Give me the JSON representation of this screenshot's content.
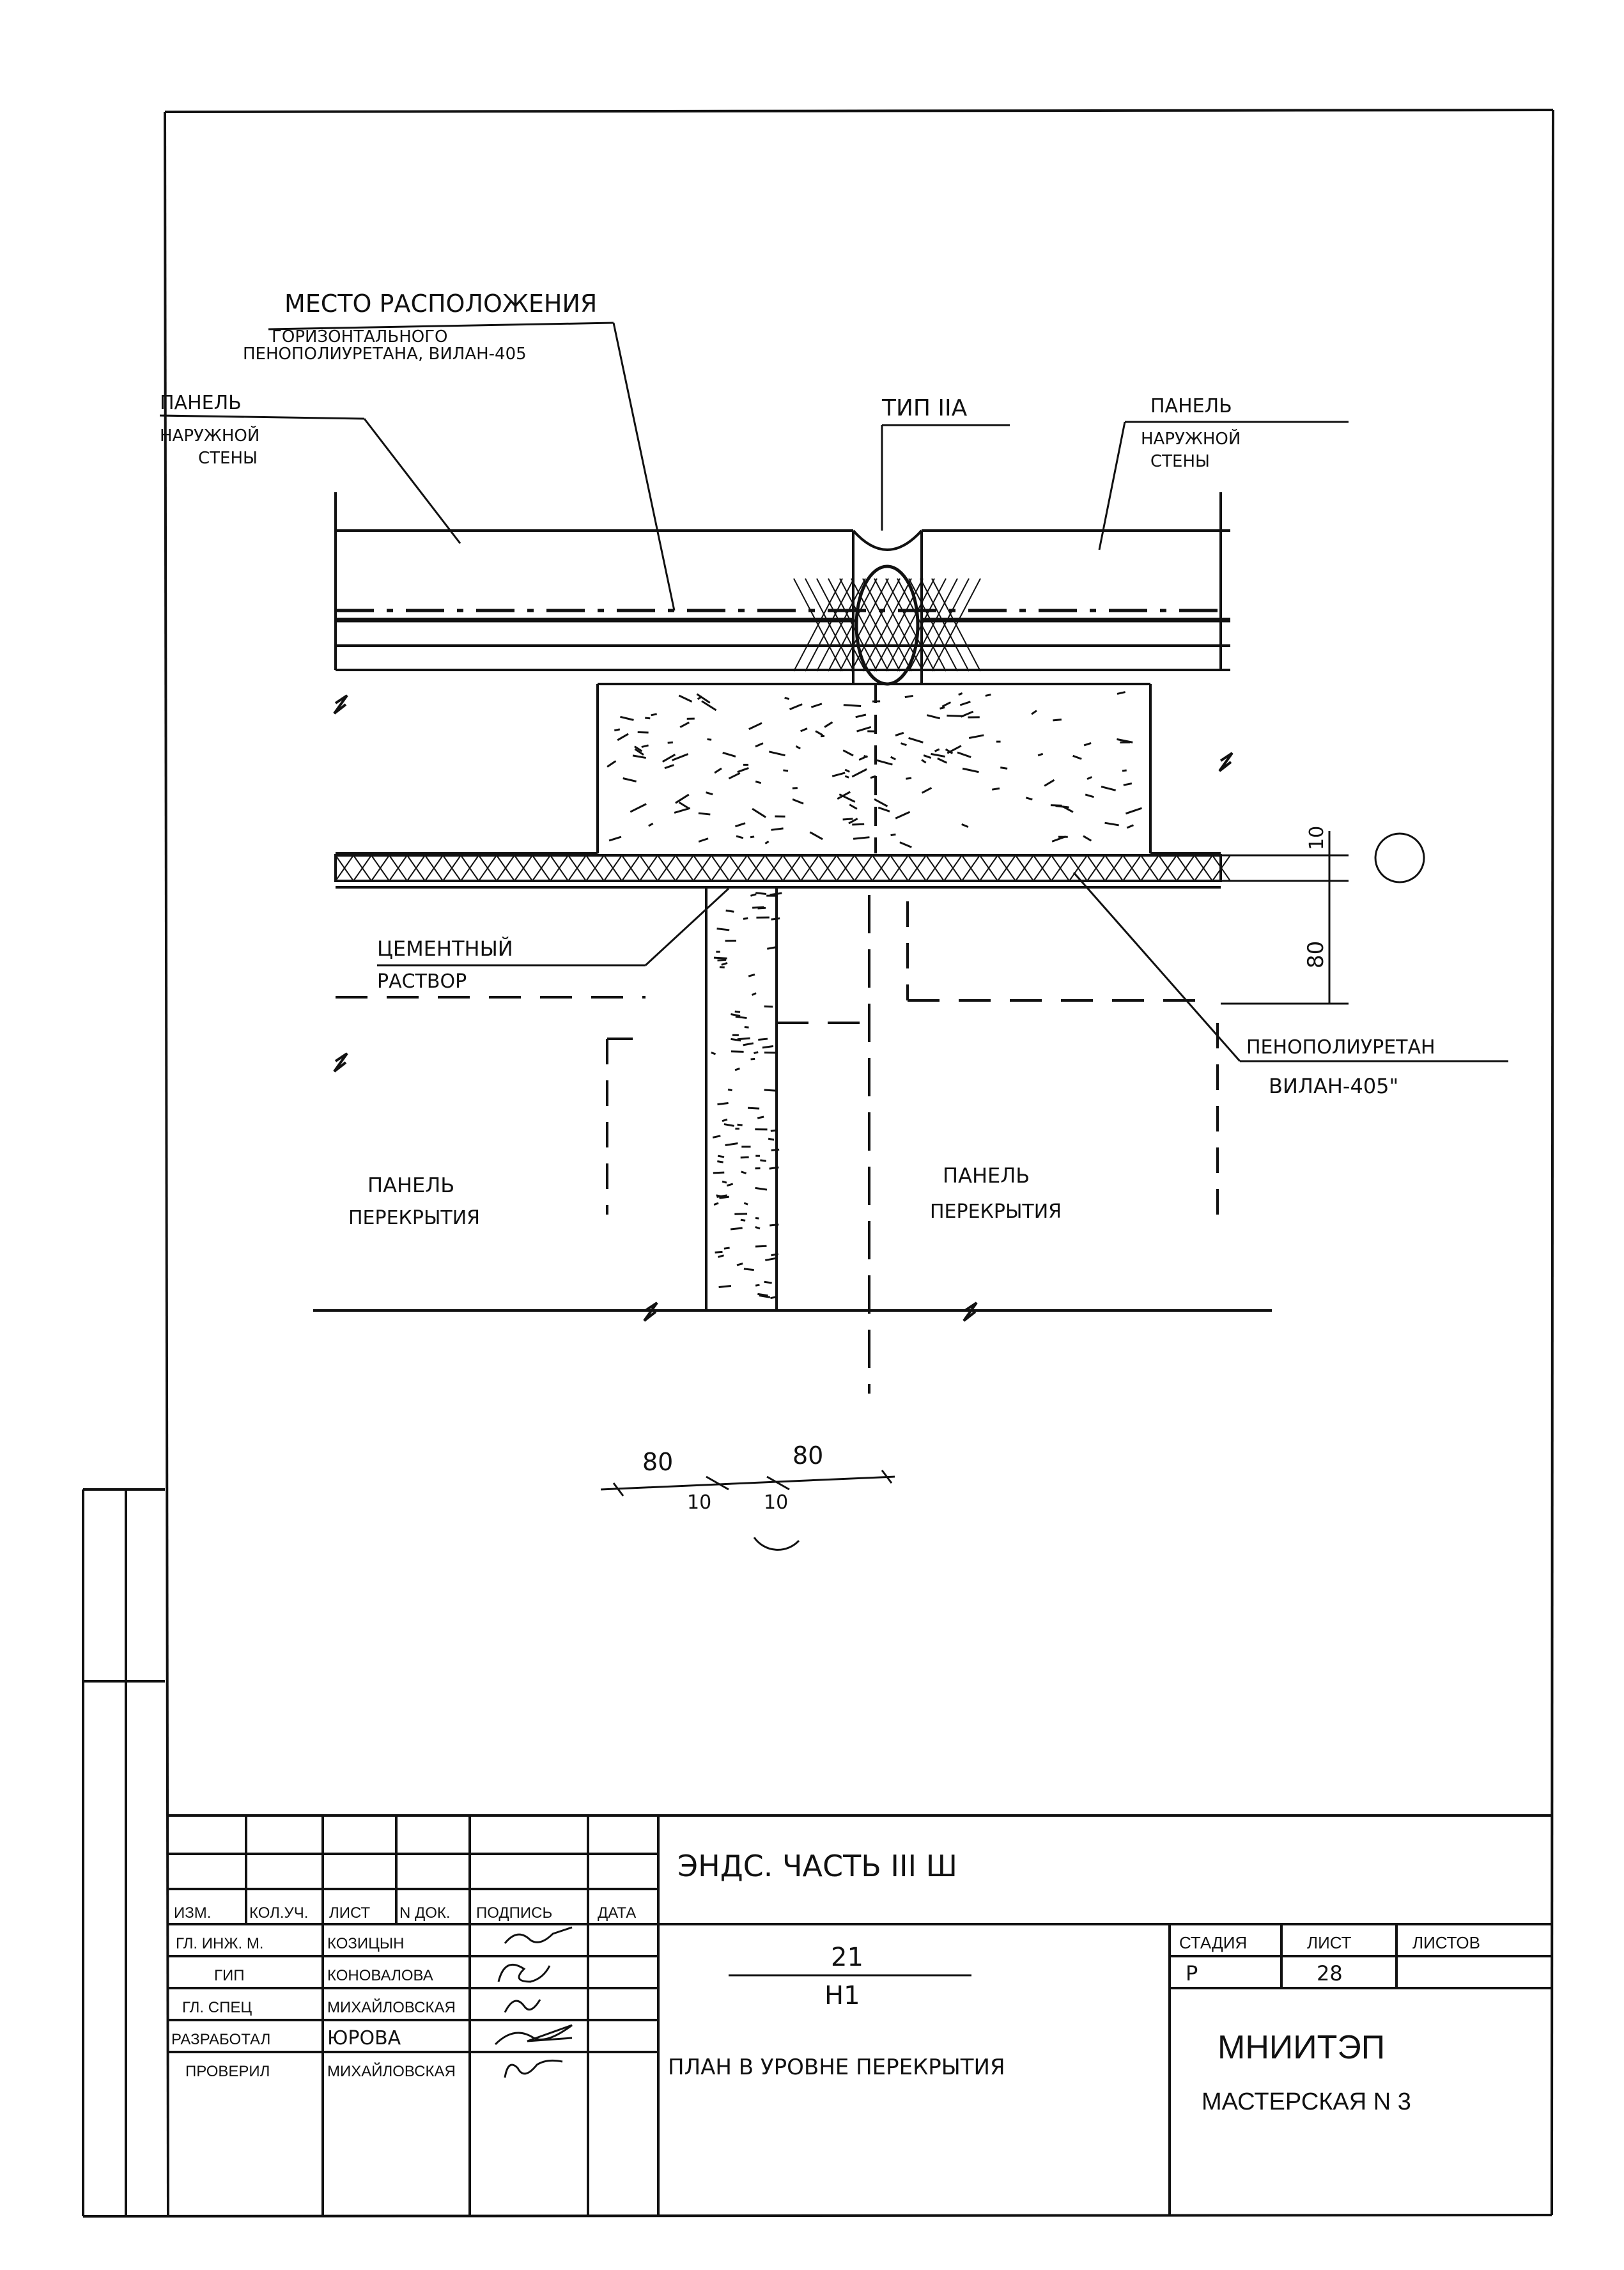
{
  "labels": {
    "foam_location_line1": "МЕСТО РАСПОЛОЖЕНИЯ",
    "foam_location_line2": "ГОРИЗОНТАЛЬНОГО",
    "foam_location_line3": "ПЕНОПОЛИУРЕТАНА, ВИЛАН-405",
    "left_wall_line1": "ПАНЕЛЬ",
    "left_wall_line2": "НАРУЖНОЙ",
    "left_wall_line3": "СТЕНЫ",
    "right_wall_line1": "ПАНЕЛЬ",
    "right_wall_line2": "НАРУЖНОЙ",
    "right_wall_line3": "СТЕНЫ",
    "type": "ТИП IIА",
    "mortar_line1": "ЦЕМЕНТНЫЙ",
    "mortar_line2": "РАСТВОР",
    "polyurethane_line1": "ПЕНОПОЛИУРЕТАН",
    "polyurethane_line2": "ВИЛАН-405\"",
    "floor_left_line1": "ПАНЕЛЬ",
    "floor_left_line2": "ПЕРЕКРЫТИЯ",
    "floor_right_line1": "ПАНЕЛЬ",
    "floor_right_line2": "ПЕРЕКРЫТИЯ"
  },
  "dimensions": {
    "vertical_10": "10",
    "vertical_80": "80",
    "horiz_left_80": "80",
    "horiz_right_80": "80",
    "horiz_left_10": "10",
    "horiz_right_10": "10"
  },
  "title_block": {
    "project_title": "ЭНДС. ЧАСТЬ III Ш",
    "drawing_code": "21",
    "drawing_number": "Н1",
    "drawing_name": "ПЛАН В УРОВНЕ ПЕРЕКРЫТИЯ",
    "org_name": "МНИИТЭП",
    "workshop": "МАСТЕРСКАЯ N 3",
    "header_cols": [
      "ИЗМ.",
      "КОЛ.УЧ.",
      "ЛИСТ",
      "N ДОК.",
      "ПОДПИСЬ",
      "ДАТА"
    ],
    "staff": [
      {
        "role": "ГЛ. ИНЖ. М.",
        "name": "КОЗИЦЫН"
      },
      {
        "role": "ГИП",
        "name": "КОНОВАЛОВА"
      },
      {
        "role": "ГЛ. СПЕЦ",
        "name": "МИХАЙЛОВСКАЯ"
      },
      {
        "role": "РАЗРАБОТАЛ",
        "name": "ЮРОВА"
      },
      {
        "role": "ПРОВЕРИЛ",
        "name": "МИХАЙЛОВСКАЯ"
      }
    ],
    "stage_header": "СТАДИЯ",
    "sheet_header": "ЛИСТ",
    "sheets_header": "ЛИСТОВ",
    "stage_value": "Р",
    "sheet_value": "28",
    "sheets_value": ""
  }
}
